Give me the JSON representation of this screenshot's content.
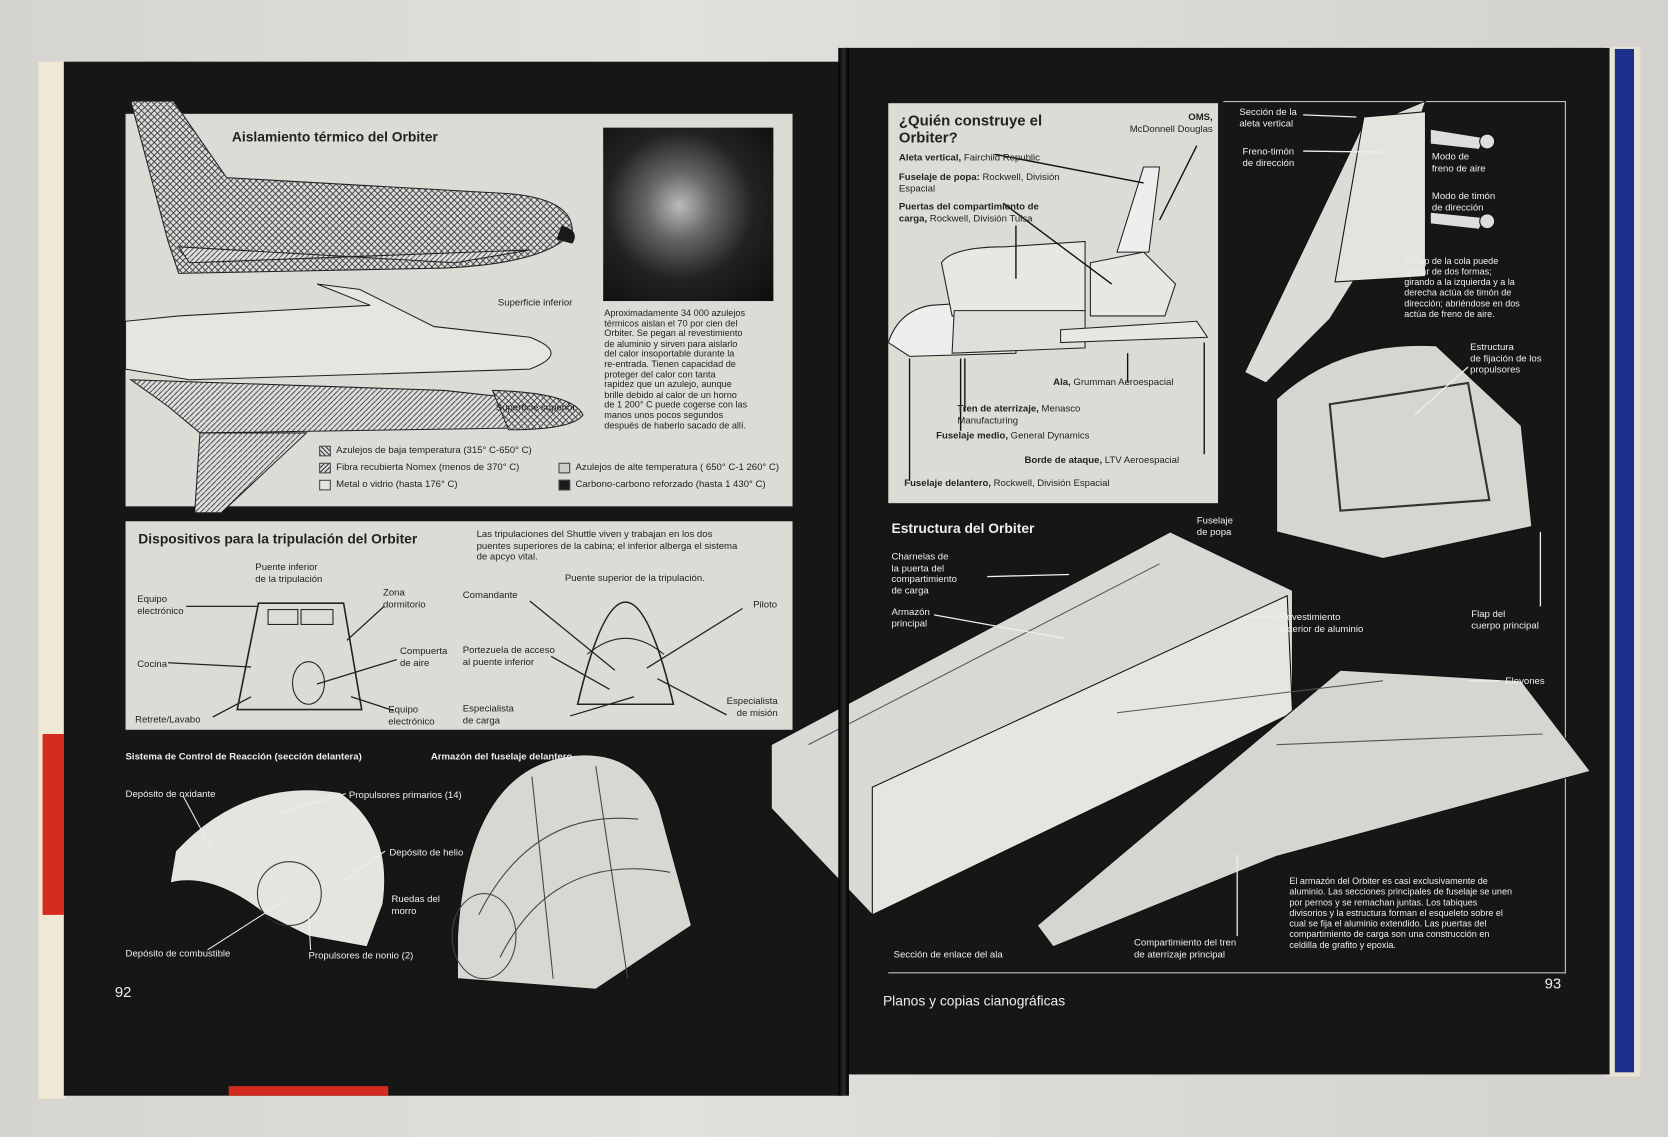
{
  "left_page": {
    "page_number": "92",
    "thermal": {
      "title": "Aislamiento térmico del Orbiter",
      "label_lower": "Superficie inferior",
      "label_upper": "Superficie superior",
      "caption": "Aproximadamente 34 000 azulejos\ntérmicos aislan el 70 por cien del\nOrbiter. Se pegan al revestimiento\nde aluminio y sirven para aislarlo\ndel calor insoportable durante la\nre-entrada. Tienen capacidad de\nproteger del calor con tanta\nrapidez que un azulejo, aunque\nbrille debido al calor de un horno\nde 1 200° C puede cogerse con las\nmanos unos pocos segundos\ndespués de haberlo sacado de allí.",
      "legend": [
        {
          "label": "Azulejos de baja temperatura (315° C-650° C)",
          "swatch": "checker"
        },
        {
          "label": "Fibra recubierta Nomex (menos de 370° C)",
          "swatch": "hatch"
        },
        {
          "label": "Metal o vidrio (hasta 176° C)",
          "swatch": "#e6e5df"
        },
        {
          "label": "Azulejos de alte temperatura ( 650° C-1 260° C)",
          "swatch": "#cfcdc7"
        },
        {
          "label": "Carbono-carbono reforzado (hasta 1 430° C)",
          "swatch": "#1a1a1a"
        }
      ]
    },
    "crew": {
      "title": "Dispositivos para la tripulación del Orbiter",
      "intro": "Las tripulaciones del Shuttle viven y trabajan en los dos\npuentes superiores de la cabina; el inferior alberga el sistema\nde apcyo vital.",
      "lower_deck": "Puente inferior\nde la tripulación",
      "upper_deck": "Puente superior de la tripulación.",
      "labels": [
        "Equipo\nelectrónico",
        "Zona\ndormitorio",
        "Cocina",
        "Compuerta\nde aire",
        "Retrete/Lavabo",
        "Equipo\nelectrónico",
        "Comandante",
        "Piloto",
        "Portezuela de acceso\nal puente inferior",
        "Especialista\nde carga",
        "Especialista\nde misión"
      ]
    },
    "rcs": {
      "title": "Sistema de Control de Reacción (sección delantera)",
      "labels": [
        "Depósito de oxidante",
        "Propulsores primarios (14)",
        "Depósito de helio",
        "Ruedas del\nmorro",
        "Depósito de combustible",
        "Propulsores de nonio (2)"
      ]
    },
    "forward_frame_title": "Armazón del fuselaje delantero"
  },
  "right_page": {
    "page_number": "93",
    "footer": "Planos y copias cianográficas",
    "builders": {
      "title": "¿Quién construye el\nOrbiter?",
      "items": [
        {
          "part": "OMS,",
          "maker": "McDonnell Douglas"
        },
        {
          "part": "Aleta vertical,",
          "maker": "Fairchild Republic"
        },
        {
          "part": "Fuselaje de popa:",
          "maker": "Rockwell, División Espacial"
        },
        {
          "part": "Puertas del compartimiento de carga,",
          "maker": "Rockwell, División Tulsa"
        },
        {
          "part": "Ala,",
          "maker": "Grumman Aeroespacial"
        },
        {
          "part": "Tren de aterrizaje,",
          "maker": "Menasco Manufacturing"
        },
        {
          "part": "Fuselaje medio,",
          "maker": "General Dynamics"
        },
        {
          "part": "Borde de ataque,",
          "maker": "LTV Aeroespacial"
        },
        {
          "part": "Fuselaje delantero,",
          "maker": "Rockwell, División Espacial"
        }
      ]
    },
    "tail": {
      "labels": [
        "Sección de la\naleta vertical",
        "Freno-timón\nde dirección",
        "Modo de\nfreno de aire",
        "Modo de timón\nde dirección"
      ],
      "caption": "El flap de la cola puede\nactuar de dos formas;\ngirando a la izquierda y a la\nderecha actúa de timón de\ndirección; abriéndose en dos\nactúa de freno de aire."
    },
    "structure": {
      "title": "Estructura del Orbiter",
      "labels": [
        "Estructura\nde fijación de los\npropulsores",
        "Fuselaje\nde popa",
        "Charnelas de\nla puerta del\ncompartimiento\nde carga",
        "Armazón\nprincipal",
        "Revestimiento\nexterior de aluminio",
        "Flap del\ncuerpo principal",
        "Elevones",
        "Sección de enlace del ala",
        "Compartimiento del tren\nde aterrizaje principal"
      ],
      "caption": "El armazón del Orbiter es casi exclusivamente de\naluminio. Las secciones principales de fuselaje se unen\npor pernos y se remachan juntas. Los tabiques\ndivisorios y la estructura forman el esqueleto sobre el\ncual se fija el aluminio extendido. Las puertas del\ncompartimiento de carga son una construcción en\nceldilla de grafito y epoxia."
    }
  },
  "colors": {
    "page": "#161616",
    "panel": "#dcdbd5",
    "cover_blue": "#1d2f8c",
    "red_tab": "#d42a1f"
  }
}
